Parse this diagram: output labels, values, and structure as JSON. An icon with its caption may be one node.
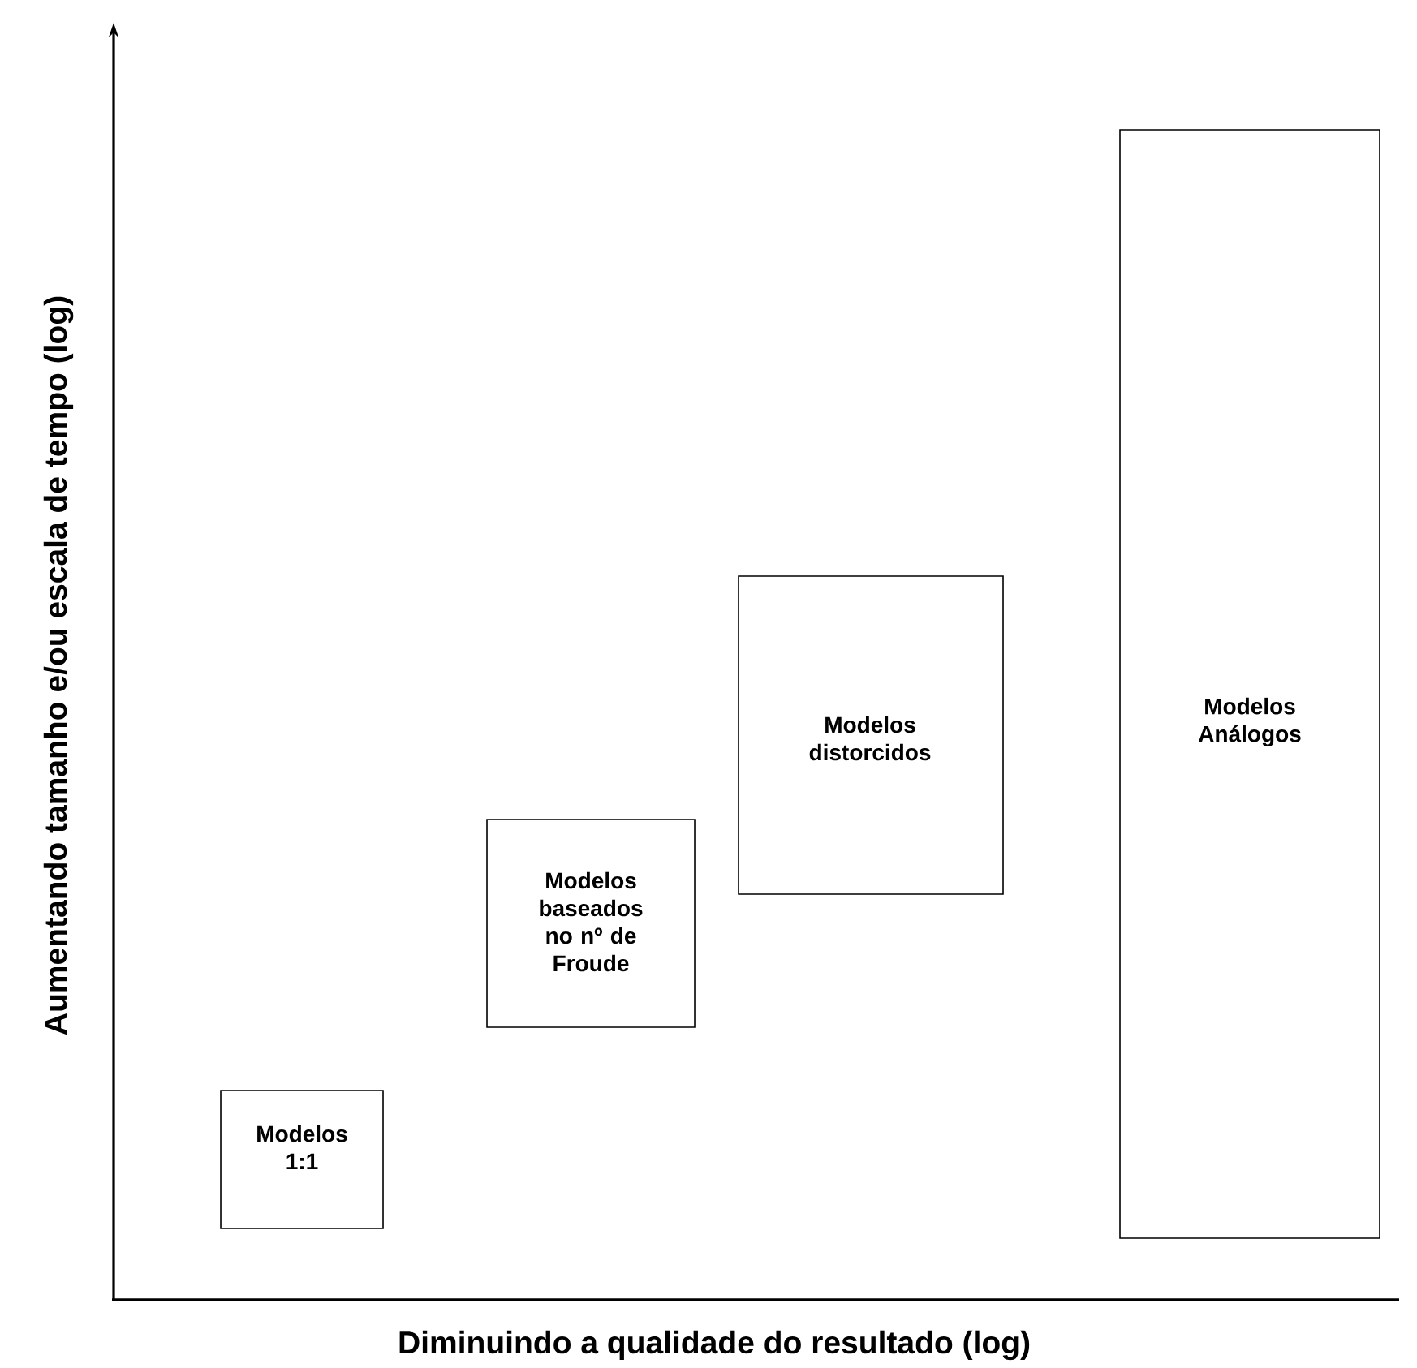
{
  "diagram": {
    "nodes": [
      {
        "text": [
          "Modelos 1:1"
        ]
      },
      {
        "text": [
          "Modelos baseados no nº de Froude"
        ]
      },
      {
        "text": [
          "Modelos distorcidos"
        ]
      },
      {
        "text": [
          "Modelos Análogos"
        ]
      }
    ],
    "labels": [
      "Aumentando tamanho e/ou escala de tempo (log)",
      "Diminuindo a qualidade do resultado (log)"
    ]
  }
}
